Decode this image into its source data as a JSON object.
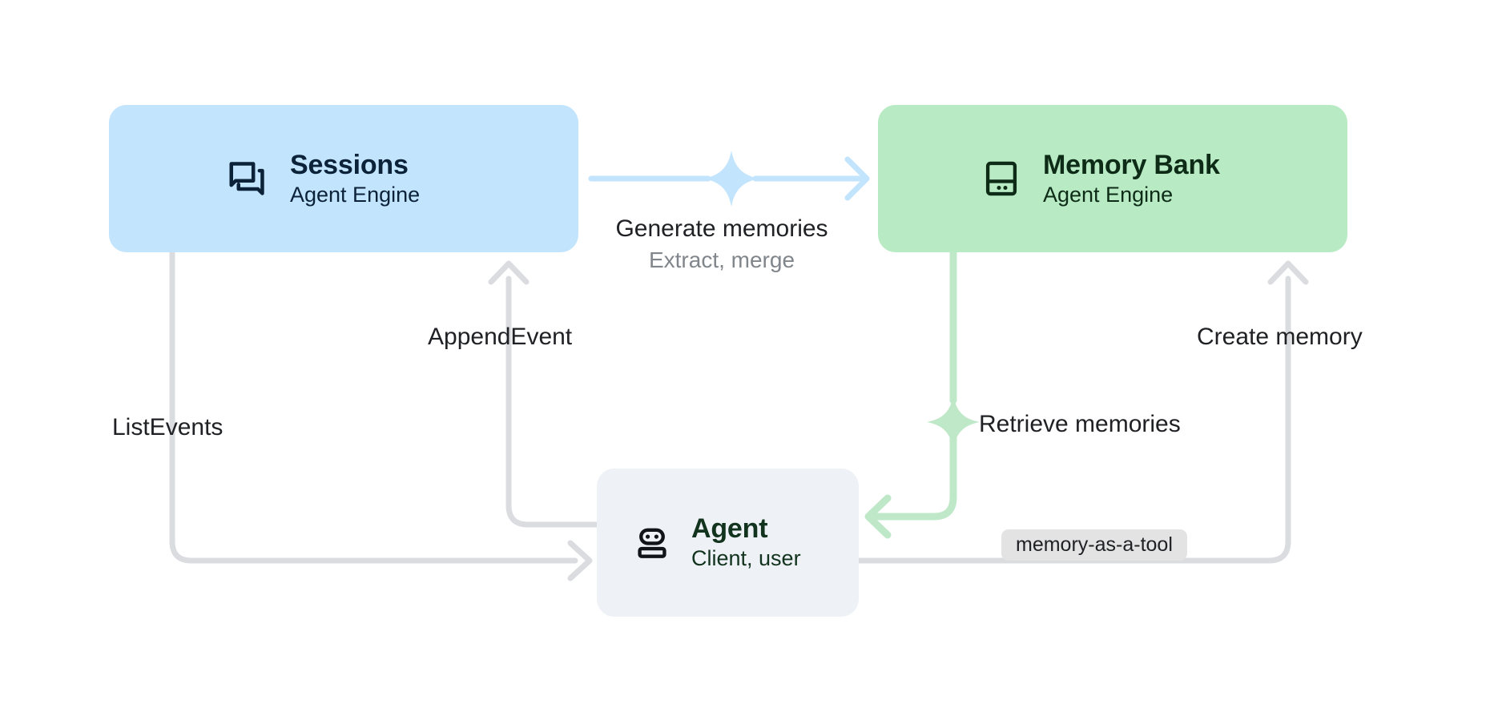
{
  "diagram": {
    "title": "Agent Engine Sessions and Memory Bank flow",
    "background": "#ffffff",
    "nodes": [
      {
        "id": "sessions",
        "title": "Sessions",
        "subtitle": "Agent Engine",
        "icon": "forum-icon",
        "fill": "#c2e4fd",
        "text_color": "#0b2239"
      },
      {
        "id": "memory-bank",
        "title": "Memory Bank",
        "subtitle": "Agent Engine",
        "icon": "database-icon",
        "fill": "#b8ebc4",
        "text_color": "#0d2b16"
      },
      {
        "id": "agent",
        "title": "Agent",
        "subtitle": "Client, user",
        "icon": "robot-icon",
        "fill": "#eef1f6",
        "text_color": "#12331d"
      }
    ],
    "edges": [
      {
        "id": "generate-memories",
        "from": "sessions",
        "to": "memory-bank",
        "label": "Generate memories",
        "sublabel": "Extract, merge",
        "color": "#c2e4fd",
        "sparkle": true
      },
      {
        "id": "retrieve-memories",
        "from": "memory-bank",
        "to": "agent",
        "label": "Retrieve memories",
        "color": "#bfe8c8",
        "sparkle": true
      },
      {
        "id": "append-event",
        "from": "agent",
        "to": "sessions",
        "label": "AppendEvent",
        "color": "#dadce0"
      },
      {
        "id": "list-events",
        "from": "sessions",
        "to": "agent",
        "label": "ListEvents",
        "color": "#dadce0"
      },
      {
        "id": "create-memory",
        "from": "agent",
        "to": "memory-bank",
        "label": "Create memory",
        "color": "#dadce0",
        "chip": "memory-as-a-tool"
      }
    ],
    "chips": [
      {
        "id": "memory-as-a-tool",
        "label": "memory-as-a-tool",
        "fill": "#e3e3e3"
      }
    ]
  }
}
